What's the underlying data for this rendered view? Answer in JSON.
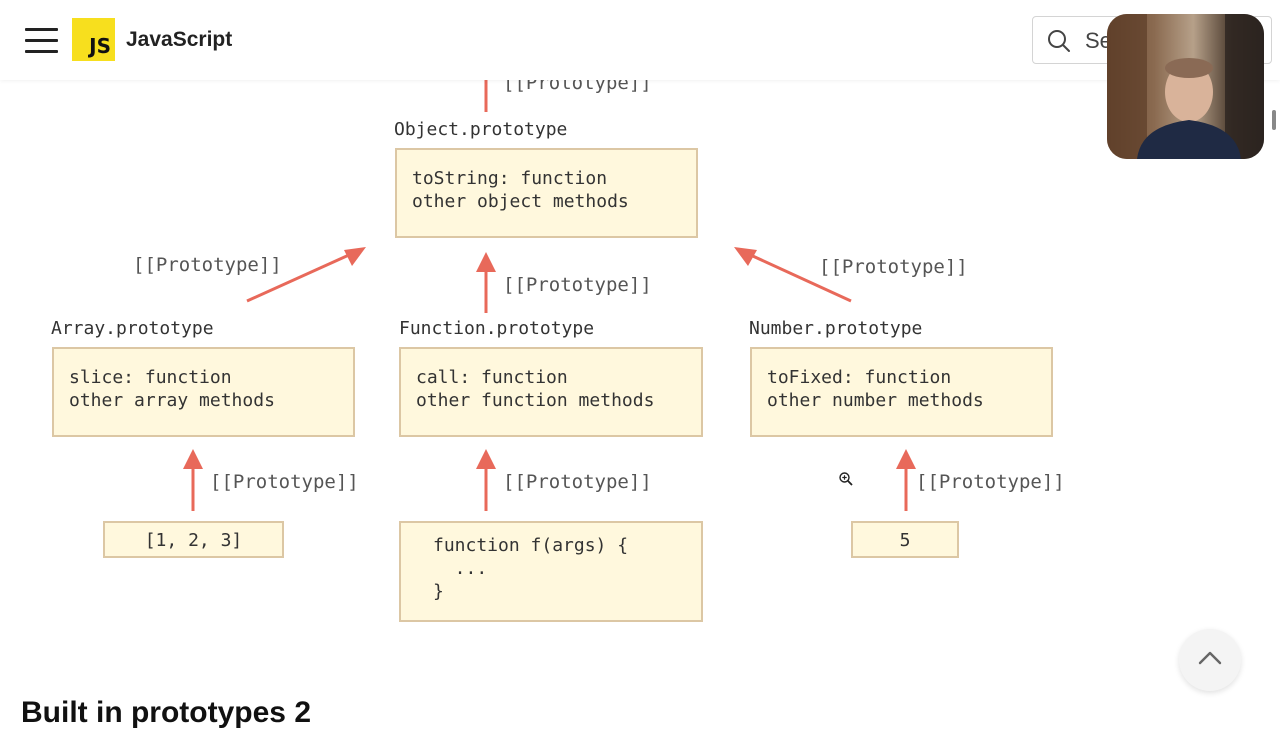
{
  "header": {
    "site_title": "JavaScript",
    "logo_text": "JS",
    "search_placeholder": "Search"
  },
  "diagram": {
    "proto_link_label": "[[Prototype]]",
    "object_prototype": {
      "label": "Object.prototype",
      "body": "toString: function\nother object methods"
    },
    "array_prototype": {
      "label": "Array.prototype",
      "body": "slice: function\nother array methods"
    },
    "function_prototype": {
      "label": "Function.prototype",
      "body": "call: function\nother function methods"
    },
    "number_prototype": {
      "label": "Number.prototype",
      "body": "toFixed: function\nother number methods"
    },
    "array_instance": "[1, 2, 3]",
    "function_instance": "function f(args) {\n  ...\n}",
    "number_instance": "5"
  },
  "section_heading": "Built in prototypes 2",
  "colors": {
    "arrow": "#e8695a",
    "box_fill": "#fff8dd",
    "box_border": "#dcc7a4",
    "logo": "#f7df1e"
  },
  "icons": {
    "menu": "hamburger-icon",
    "search": "search-icon",
    "scroll_top": "chevron-up-icon",
    "cursor": "zoom-in-icon"
  }
}
